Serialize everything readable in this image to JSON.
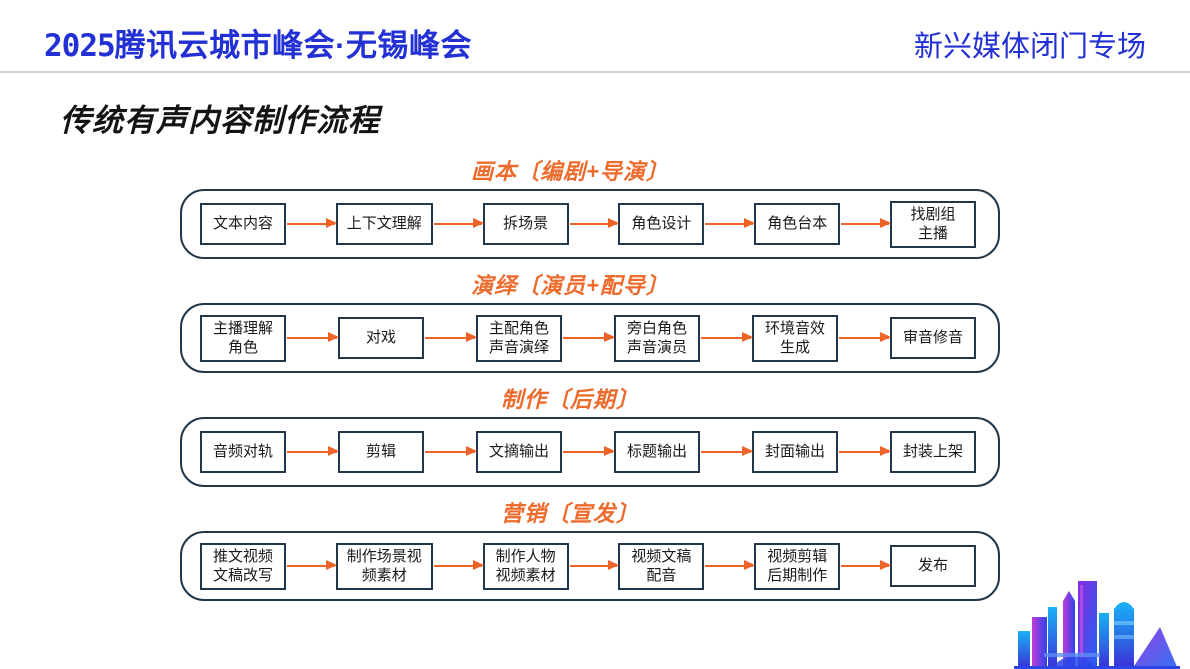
{
  "header": {
    "year": "2025",
    "left_title": "腾讯云城市峰会·无锡峰会",
    "right_title": "新兴媒体闭门专场"
  },
  "page_title": "传统有声内容制作流程",
  "colors": {
    "accent_blue": "#2230d4",
    "accent_orange": "#ed6c2d",
    "box_border": "#22374a"
  },
  "icons": {
    "bottom_right": "city-skyline-logo"
  },
  "sections": [
    {
      "title": "画本〔编剧+导演〕",
      "steps": [
        "文本内容",
        "上下文理解",
        "拆场景",
        "角色设计",
        "角色台本",
        "找剧组\n主播"
      ]
    },
    {
      "title": "演绎〔演员+配导〕",
      "steps": [
        "主播理解\n角色",
        "对戏",
        "主配角色\n声音演绎",
        "旁白角色\n声音演员",
        "环境音效\n生成",
        "审音修音"
      ]
    },
    {
      "title": "制作〔后期〕",
      "steps": [
        "音频对轨",
        "剪辑",
        "文摘输出",
        "标题输出",
        "封面输出",
        "封装上架"
      ]
    },
    {
      "title": "营销〔宣发〕",
      "steps": [
        "推文视频\n文稿改写",
        "制作场景视\n频素材",
        "制作人物\n视频素材",
        "视频文稿\n配音",
        "视频剪辑\n后期制作",
        "发布"
      ]
    }
  ]
}
